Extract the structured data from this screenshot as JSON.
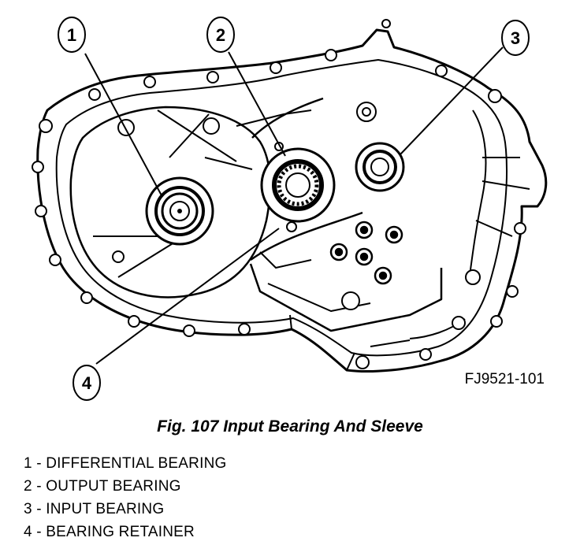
{
  "callouts": [
    {
      "number": "1"
    },
    {
      "number": "2"
    },
    {
      "number": "3"
    },
    {
      "number": "4"
    }
  ],
  "figure_code": "FJ9521-101",
  "caption": "Fig. 107 Input Bearing And Sleeve",
  "legend": [
    "1 - DIFFERENTIAL BEARING",
    "2 - OUTPUT BEARING",
    "3 - INPUT BEARING",
    "4 - BEARING RETAINER"
  ]
}
